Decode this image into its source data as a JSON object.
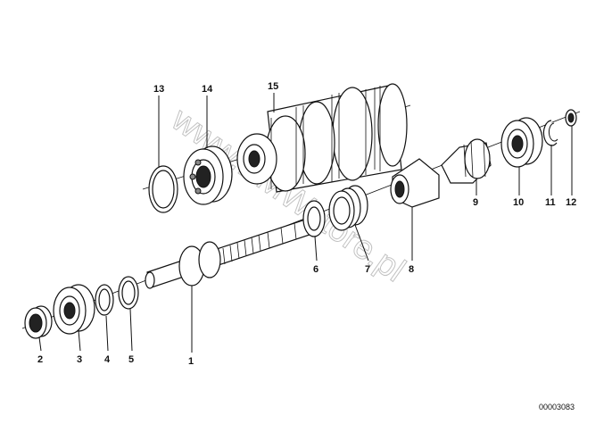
{
  "watermark": "www.BMWstore.pl",
  "diagram_code": "00003083",
  "labels": {
    "p1": "1",
    "p2": "2",
    "p3": "3",
    "p4": "4",
    "p5": "5",
    "p6": "6",
    "p7": "7",
    "p8": "8",
    "p9": "9",
    "p10": "10",
    "p11": "11",
    "p12": "12",
    "p13": "13",
    "p14": "14",
    "p15": "15"
  }
}
